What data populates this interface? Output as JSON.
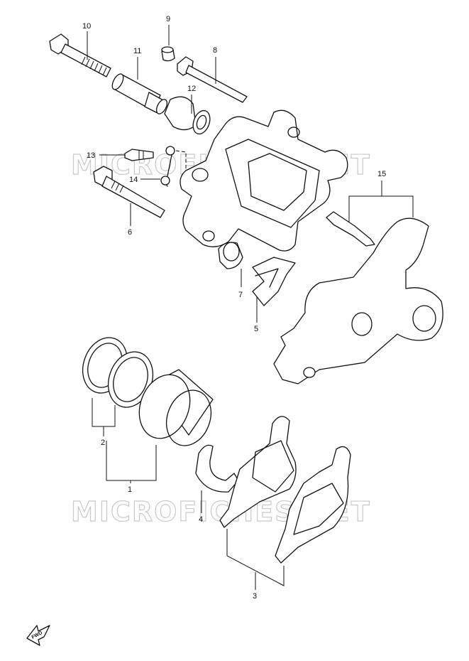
{
  "watermark": {
    "top": "MICROFICHES.NET",
    "bottom": "MICROFICHES.NET"
  },
  "callouts": {
    "c1": "1",
    "c2": "2",
    "c3": "3",
    "c4": "4",
    "c5": "5",
    "c6": "6",
    "c7": "7",
    "c8": "8",
    "c9": "9",
    "c10": "10",
    "c11": "11",
    "c12": "12",
    "c13": "13",
    "c14": "14",
    "c15": "15"
  },
  "direction_marker": {
    "label": "FWD",
    "icon": "fwd-arrow-icon"
  }
}
